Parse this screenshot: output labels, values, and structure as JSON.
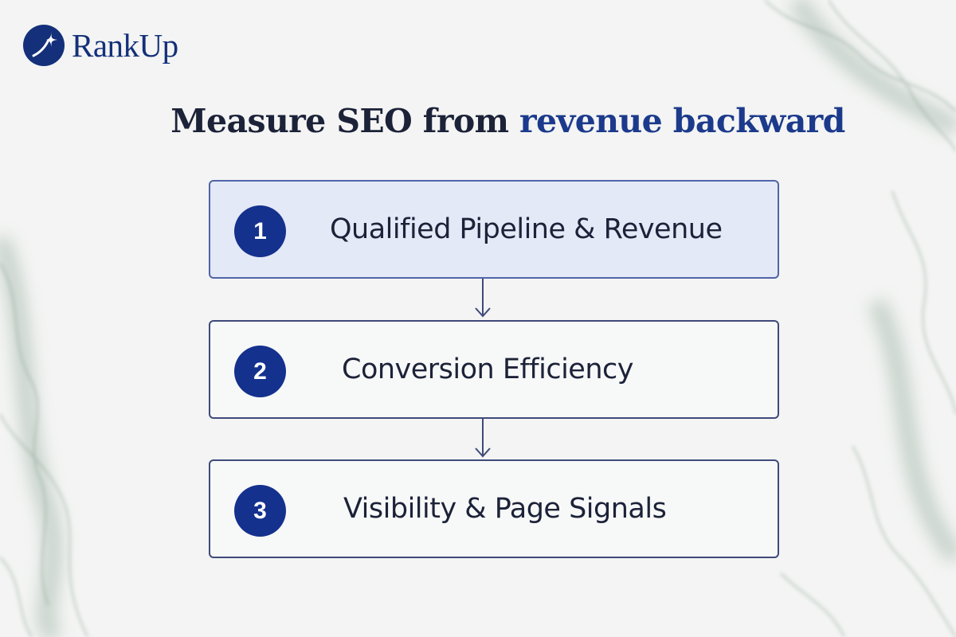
{
  "brand": {
    "name": "RankUp",
    "icon": "star-sparkle-icon",
    "color": "#14307a"
  },
  "headline": {
    "prefix": "Measure SEO from ",
    "accent": "revenue backward"
  },
  "steps": [
    {
      "number": "1",
      "label": "Qualified Pipeline & Revenue",
      "highlighted": true
    },
    {
      "number": "2",
      "label": "Conversion Efficiency",
      "highlighted": false
    },
    {
      "number": "3",
      "label": "Visibility & Page Signals",
      "highlighted": false
    }
  ],
  "colors": {
    "badge": "#14318e",
    "highlight_fill": "#e4e9f7",
    "border": "#3f4a7a",
    "text": "#1c2238"
  }
}
